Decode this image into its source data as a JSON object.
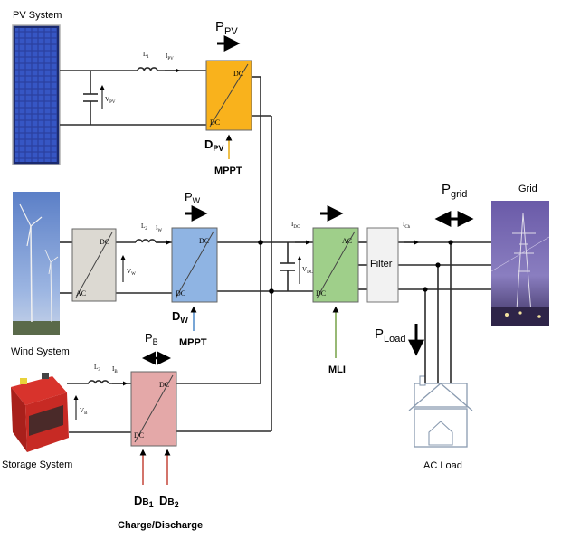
{
  "sources": {
    "pv": {
      "label": "PV System"
    },
    "wind": {
      "label": "Wind System"
    },
    "storage": {
      "label": "Storage System"
    },
    "grid": {
      "label": "Grid"
    },
    "load": {
      "label": "AC Load"
    }
  },
  "inductors": {
    "pv": "L",
    "pv_sub": "1",
    "wind": "L",
    "wind_sub": "2",
    "bat": "L",
    "bat_sub": "3"
  },
  "currents": {
    "pv": "I",
    "pv_sub": "PV",
    "wind": "I",
    "wind_sub": "W",
    "bat": "I",
    "bat_sub": "B",
    "dc": "I",
    "dc_sub": "DC",
    "ch": "I",
    "ch_sub": "Ch"
  },
  "voltages": {
    "pv": "V",
    "pv_sub": "PV",
    "wind": "V",
    "wind_sub": "W",
    "bat": "V",
    "bat_sub": "B",
    "dc": "V",
    "dc_sub": "DC"
  },
  "converters": {
    "pv": {
      "top": "DC",
      "bottom": "DC"
    },
    "wind_rect": {
      "top": "DC",
      "bottom": "AC"
    },
    "wind": {
      "top": "DC",
      "bottom": "DC"
    },
    "bat": {
      "top": "DC",
      "bottom": "DC"
    },
    "inverter": {
      "top": "AC",
      "bottom": "DC"
    },
    "filter": "Filter"
  },
  "powers": {
    "pv": "P",
    "pv_sub": "PV",
    "wind": "P",
    "wind_sub": "W",
    "bat": "P",
    "bat_sub": "B",
    "grid": "P",
    "grid_sub": "grid",
    "load": "P",
    "load_sub": "Load"
  },
  "controls": {
    "dpv": "D",
    "dpv_sub": "PV",
    "dw": "D",
    "dw_sub": "W",
    "db1": "D",
    "db1_sub": "B",
    "db1_num": "1",
    "db2": "D",
    "db2_sub": "B",
    "db2_num": "2",
    "mppt_pv": "MPPT",
    "mppt_w": "MPPT",
    "mli": "MLI",
    "charge": "Charge/Discharge"
  },
  "colors": {
    "pv_conv": "#f9b21c",
    "wind_rect": "#dcd9d2",
    "wind_conv": "#8fb4e3",
    "bat_conv": "#e4a8a8",
    "inverter": "#9fcf8a",
    "filter": "#f2f2f2",
    "mppt_pv_arrow": "#e6a400",
    "mppt_w_arrow": "#3e7fc4",
    "mli_arrow": "#6d9b3a",
    "db_arrow": "#c0392b"
  }
}
